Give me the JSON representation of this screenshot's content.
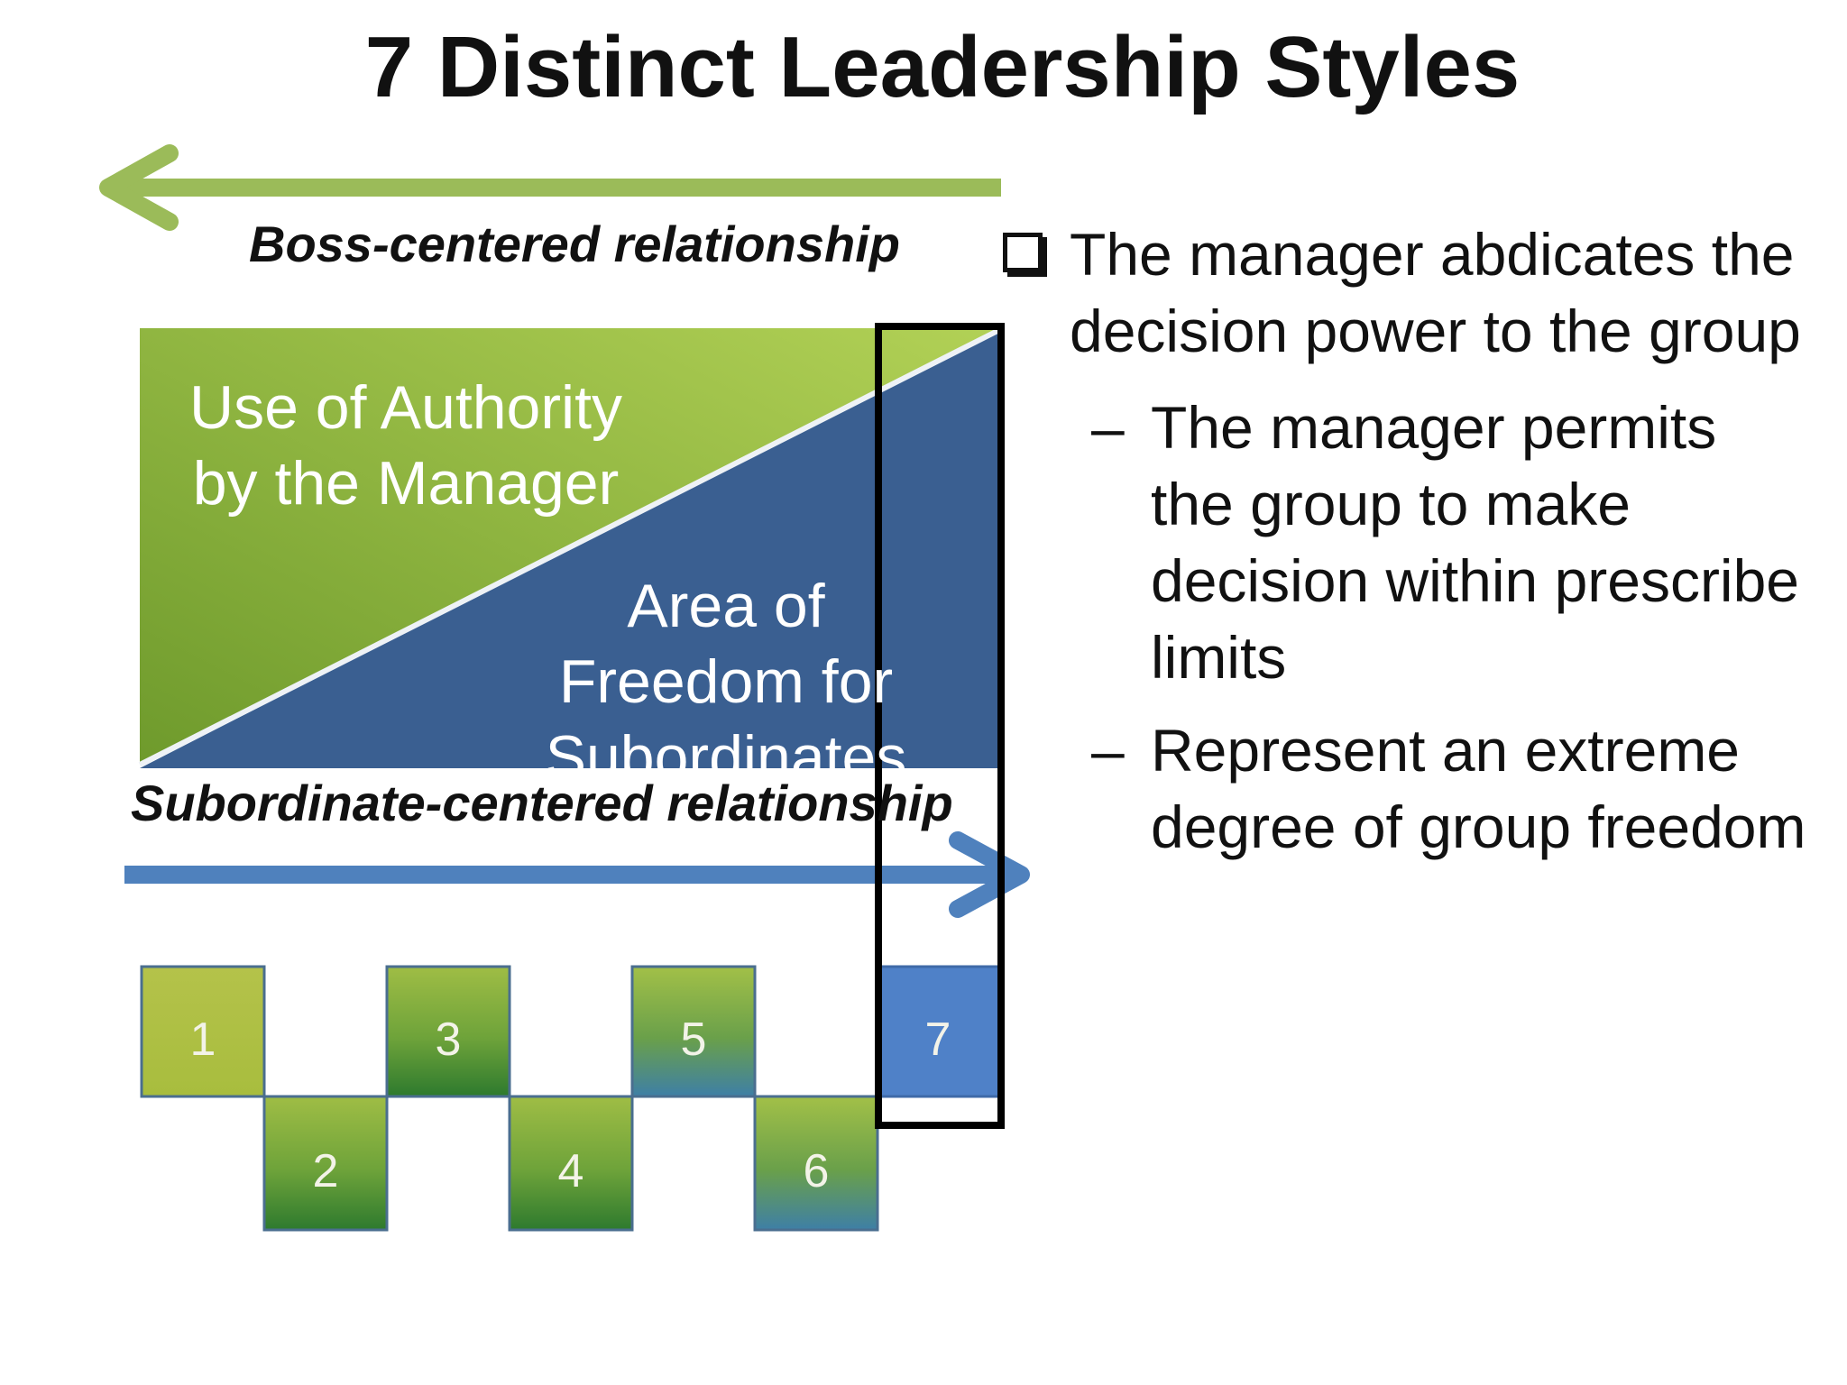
{
  "title": "7 Distinct Leadership Styles",
  "diagram": {
    "boss_label": "Boss-centered relationship",
    "subordinate_label": "Subordinate-centered relationship",
    "authority_text": [
      "Use of Authority",
      "by the Manager"
    ],
    "freedom_text": [
      "Area of",
      "Freedom for",
      "Subordinates"
    ],
    "styles": [
      "1",
      "2",
      "3",
      "4",
      "5",
      "6",
      "7"
    ],
    "highlighted_style": "7",
    "colors": {
      "green_arrow": "#9bbb59",
      "blue_arrow": "#4f81bd",
      "authority_green": "#8cb23c",
      "freedom_blue": "#3a5f91",
      "box7_blue": "#4f81c8",
      "highlight_border": "#000000"
    }
  },
  "bullets": {
    "main_icon": "checkbox-icon",
    "main": "The manager abdicates the decision power to the group",
    "sub": [
      "The manager permits the group to  make decision within prescribe limits",
      "Represent an extreme degree of group freedom"
    ]
  }
}
